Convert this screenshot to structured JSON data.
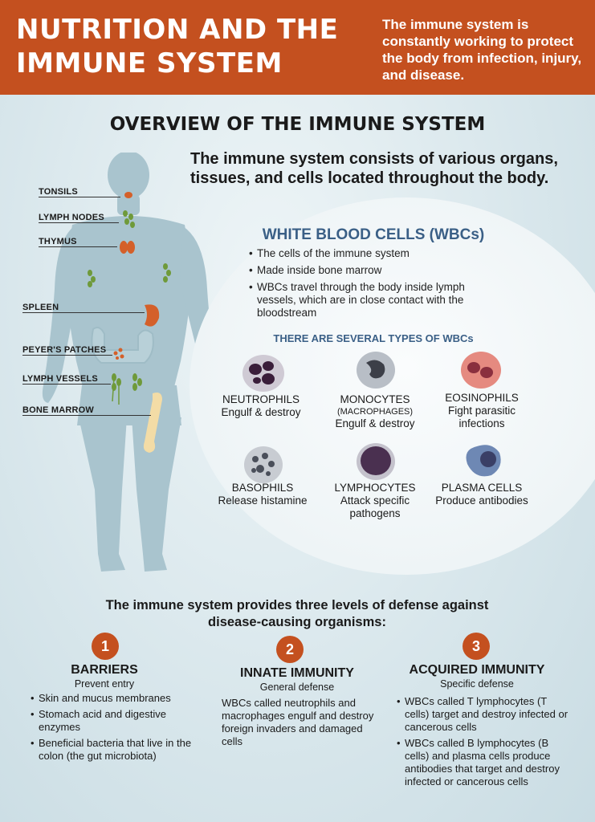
{
  "header": {
    "title": "NUTRITION AND THE IMMUNE SYSTEM",
    "subtitle": "The immune system is constantly working to protect the body from infection, injury, and disease."
  },
  "overview": {
    "title": "OVERVIEW OF THE IMMUNE SYSTEM",
    "subtitle": "The immune system consists of various organs, tissues, and cells located throughout the body."
  },
  "organs": {
    "tonsils": "TONSILS",
    "lymph_nodes": "LYMPH NODES",
    "thymus": "THYMUS",
    "spleen": "SPLEEN",
    "peyers_patches": "PEYER'S PATCHES",
    "lymph_vessels": "LYMPH VESSELS",
    "bone_marrow": "BONE MARROW"
  },
  "wbc": {
    "title": "WHITE BLOOD CELLS (WBCs)",
    "points": [
      "The cells of the immune system",
      "Made inside bone marrow",
      "WBCs travel through the body inside lymph vessels, which are in close contact with the bloodstream"
    ],
    "types_title": "THERE ARE SEVERAL TYPES OF WBCs",
    "cells": [
      {
        "name": "NEUTROPHILS",
        "desc": "Engulf & destroy"
      },
      {
        "name": "MONOCYTES",
        "note": "(MACROPHAGES)",
        "desc": "Engulf & destroy"
      },
      {
        "name": "EOSINOPHILS",
        "desc": "Fight parasitic infections"
      },
      {
        "name": "BASOPHILS",
        "desc": "Release histamine"
      },
      {
        "name": "LYMPHOCYTES",
        "desc": "Attack specific pathogens"
      },
      {
        "name": "PLASMA CELLS",
        "desc": "Produce antibodies"
      }
    ]
  },
  "defense": {
    "intro": "The immune system provides three levels of defense against disease-causing organisms:",
    "levels": [
      {
        "number": "1",
        "title": "BARRIERS",
        "sub": "Prevent entry",
        "points": [
          "Skin and mucus membranes",
          "Stomach acid and digestive enzymes",
          "Beneficial bacteria that live in the colon (the gut microbiota)"
        ]
      },
      {
        "number": "2",
        "title": "INNATE IMMUNITY",
        "sub": "General defense",
        "text": "WBCs called neutrophils and macrophages engulf and destroy foreign invaders and damaged cells"
      },
      {
        "number": "3",
        "title": "ACQUIRED IMMUNITY",
        "sub": "Specific defense",
        "points": [
          "WBCs called T lymphocytes (T cells) target and destroy infected or cancerous cells",
          "WBCs called B lymphocytes (B cells) and plasma cells produce antibodies that target and destroy infected or cancerous cells"
        ]
      }
    ]
  },
  "colors": {
    "header": "#c4501f",
    "accent_blue": "#3a5f86",
    "silhouette": "#a9c4ce",
    "organ": "#d4602a",
    "green": "#6f9a3a"
  }
}
